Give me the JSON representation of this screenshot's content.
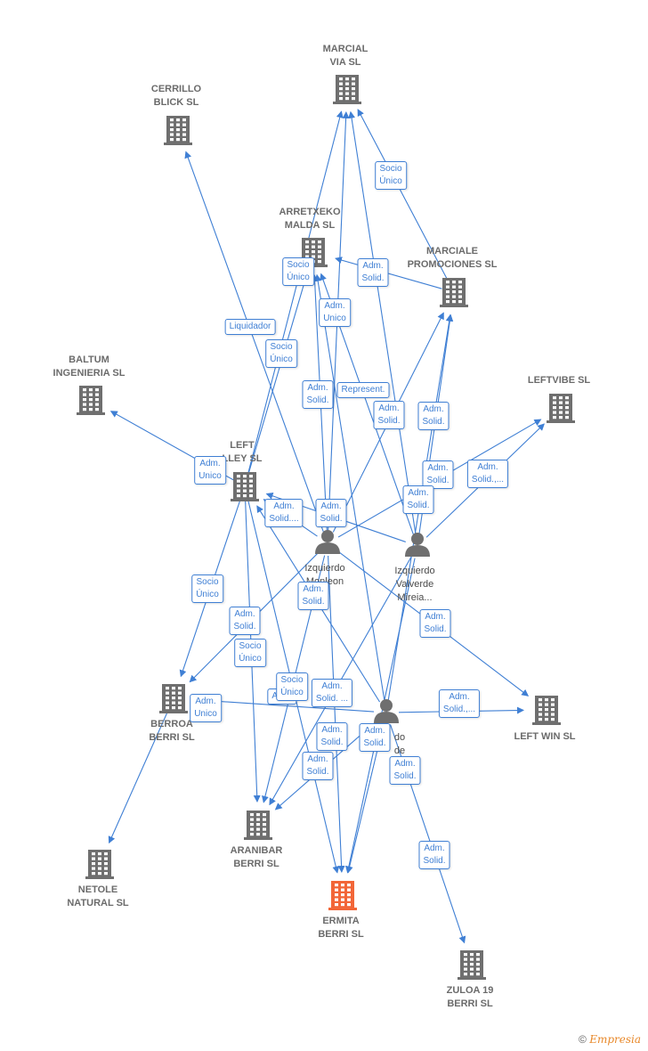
{
  "colors": {
    "edge": "#3f7fd4",
    "company": "#6f6f6f",
    "highlight": "#f26638",
    "person": "#6f6f6f"
  },
  "companies": [
    {
      "id": "marcial",
      "label": "MARCIAL\nVIA SL",
      "icon": "building-icon"
    },
    {
      "id": "cerrillo",
      "label": "CERRILLO\nBLICK SL",
      "icon": "building-icon"
    },
    {
      "id": "arretxeko",
      "label": "ARRETXEKO\nMALDA SL",
      "icon": "building-icon"
    },
    {
      "id": "marciale",
      "label": "MARCIALE\nPROMOCIONES SL",
      "icon": "building-icon"
    },
    {
      "id": "baltum",
      "label": "BALTUM\nINGENIERIA SL",
      "icon": "building-icon"
    },
    {
      "id": "leftvibe",
      "label": "LEFTVIBE SL",
      "icon": "building-icon"
    },
    {
      "id": "leftvalley",
      "label": "LEFT\nLLEY SL",
      "icon": "building-icon"
    },
    {
      "id": "berroa",
      "label": "BERROA\nBERRI SL",
      "icon": "building-icon"
    },
    {
      "id": "leftwin",
      "label": "LEFT WIN SL",
      "icon": "building-icon"
    },
    {
      "id": "aranibar",
      "label": "ARANIBAR\nBERRI SL",
      "icon": "building-icon"
    },
    {
      "id": "netole",
      "label": "NETOLE\nNATURAL SL",
      "icon": "building-icon"
    },
    {
      "id": "ermita",
      "label": "ERMITA\nBERRI SL",
      "icon": "building-icon",
      "highlight": true
    },
    {
      "id": "zuloa",
      "label": "ZULOA 19\nBERRI SL",
      "icon": "building-icon"
    }
  ],
  "persons": [
    {
      "id": "p1",
      "label": "Izquierdo\nMonleon\nio",
      "icon": "person-icon"
    },
    {
      "id": "p2",
      "label": "Izquierdo\nValverde\nMireia...",
      "icon": "person-icon"
    },
    {
      "id": "p3",
      "label": "do\nde\nMa",
      "icon": "person-icon"
    }
  ],
  "relations": [
    {
      "text": "Socio\nÚnico"
    },
    {
      "text": "Socio\nÚnico"
    },
    {
      "text": "Adm.\nSolid."
    },
    {
      "text": "Adm.\nUnico"
    },
    {
      "text": "Liquidador"
    },
    {
      "text": "Socio\nÚnico"
    },
    {
      "text": "Adm.\nSolid."
    },
    {
      "text": "Represent."
    },
    {
      "text": "Adm.\nSolid."
    },
    {
      "text": "Adm.\nSolid."
    },
    {
      "text": "Adm.\nUnico"
    },
    {
      "text": "Adm.\nSolid."
    },
    {
      "text": "Adm.\nSolid.,..."
    },
    {
      "text": "Adm.\nSolid...."
    },
    {
      "text": "Adm.\nSolid."
    },
    {
      "text": "Adm.\nSolid."
    },
    {
      "text": "Socio\nÚnico"
    },
    {
      "text": "Adm.\nSolid."
    },
    {
      "text": "Adm.\nSolid."
    },
    {
      "text": "Socio\nÚnico"
    },
    {
      "text": "Adm.\nSolid."
    },
    {
      "text": "Adm.\nSolid.,..."
    },
    {
      "text": "Adm.\nUnico"
    },
    {
      "text": "Adm."
    },
    {
      "text": "Socio\nÚnico"
    },
    {
      "text": "Adm.\nSolid. ..."
    },
    {
      "text": "Adm.\nSolid."
    },
    {
      "text": "Adm.\nSolid."
    },
    {
      "text": "Adm.\nSolid."
    },
    {
      "text": "Adm.\nSolid."
    },
    {
      "text": "Adm.\nSolid."
    }
  ],
  "footer": {
    "copyright_symbol": "©",
    "brand": "Empresia"
  }
}
